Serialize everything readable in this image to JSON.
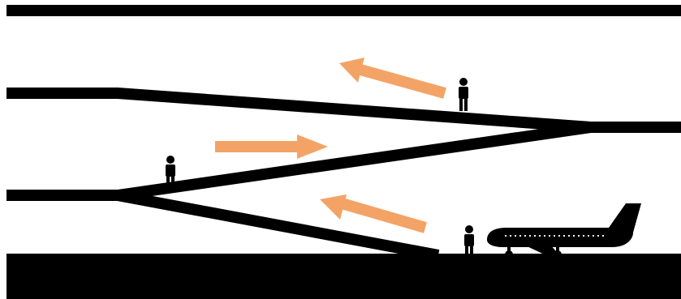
{
  "colors": {
    "structure": "#000000",
    "arrow": "#f4a366",
    "background": "#ffffff",
    "window": "#ffffff"
  },
  "elements": {
    "ceiling": "black-bar",
    "ground": "black-bar",
    "ramps": [
      "upper-ramp",
      "middle-ramp",
      "lower-ramp"
    ],
    "arrows": [
      {
        "name": "arrow-upper",
        "direction": "up-left"
      },
      {
        "name": "arrow-middle",
        "direction": "right"
      },
      {
        "name": "arrow-lower",
        "direction": "up-left"
      }
    ],
    "people": [
      "person-upper",
      "person-middle",
      "person-lower"
    ],
    "vehicle": "airplane-icon"
  }
}
